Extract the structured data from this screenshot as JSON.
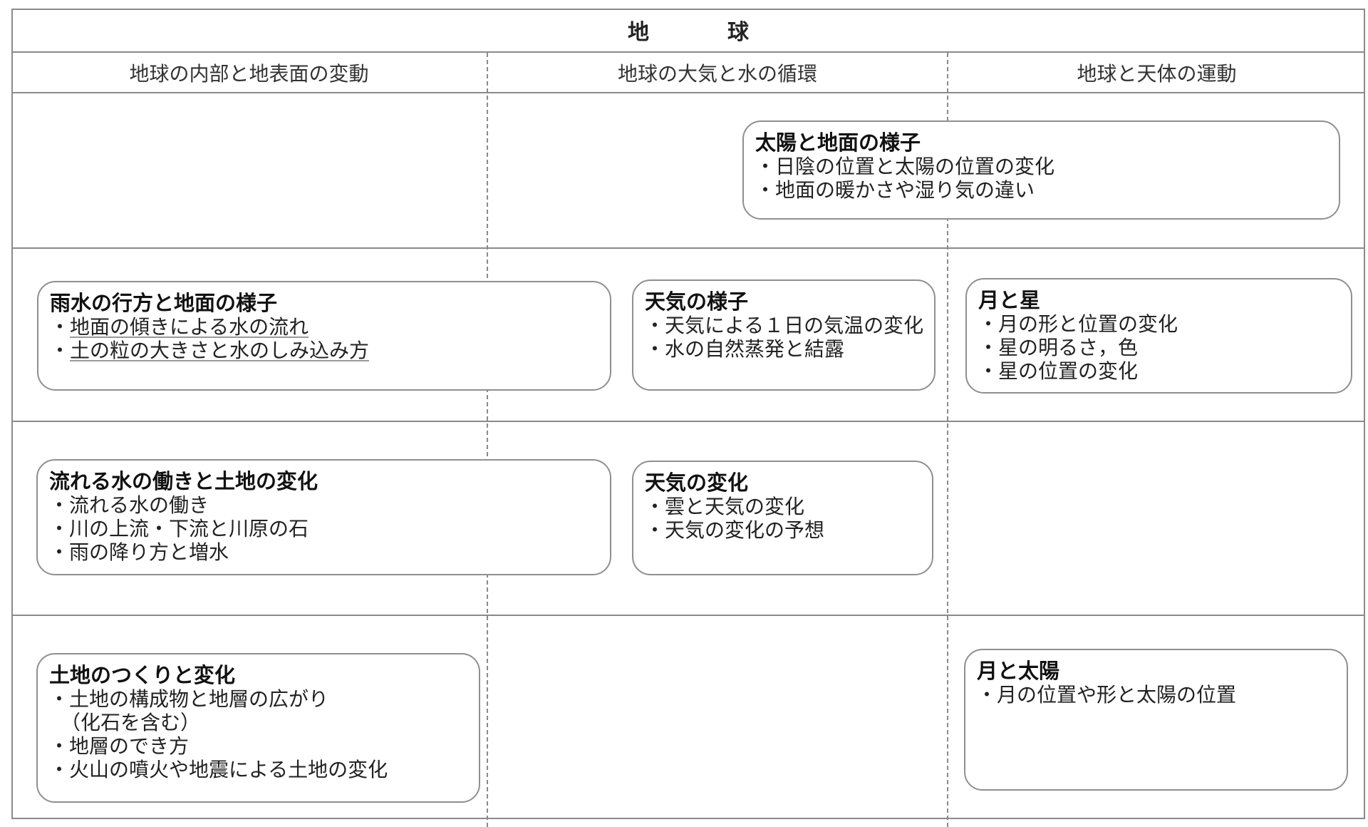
{
  "title": "地　球",
  "columns": [
    "地球の内部と地表面の変動",
    "地球の大気と水の循環",
    "地球と天体の運動"
  ],
  "boxes": [
    {
      "title": "太陽と地面の様子",
      "items": [
        "・日陰の位置と太陽の位置の変化",
        "・地面の暖かさや湿り気の違い"
      ]
    },
    {
      "title": "雨水の行方と地面の様子",
      "items": [
        "・",
        "地面の傾きによる水の流れ",
        "・",
        "土の粒の大きさと水のしみ込み方"
      ]
    },
    {
      "title": "天気の様子",
      "items": [
        "・天気による１日の気温の変化",
        "・水の自然蒸発と結露"
      ]
    },
    {
      "title": "月と星",
      "items": [
        "・月の形と位置の変化",
        "・星の明るさ，色",
        "・星の位置の変化"
      ]
    },
    {
      "title": "流れる水の働きと土地の変化",
      "items": [
        "・流れる水の働き",
        "・川の上流・下流と川原の石",
        "・雨の降り方と増水"
      ]
    },
    {
      "title": "天気の変化",
      "items": [
        "・雲と天気の変化",
        "・天気の変化の予想"
      ]
    },
    {
      "title": "土地のつくりと変化",
      "items": [
        "・土地の構成物と地層の広がり",
        "（化石を含む）",
        "・地層のでき方",
        "・火山の噴火や地震による土地の変化"
      ]
    },
    {
      "title": "月と太陽",
      "items": [
        "・月の位置や形と太陽の位置"
      ]
    }
  ]
}
